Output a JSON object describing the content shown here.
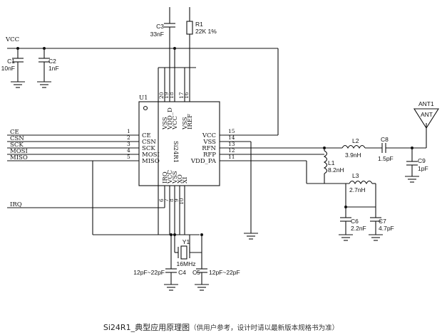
{
  "chip": {
    "ref": "U1",
    "part": "Si24R1",
    "left_pins": [
      {
        "name": "CE",
        "num": "1"
      },
      {
        "name": "CSN",
        "num": "2"
      },
      {
        "name": "SCK",
        "num": "3"
      },
      {
        "name": "MOSI",
        "num": "4"
      },
      {
        "name": "MISO",
        "num": "5"
      }
    ],
    "right_pins": [
      {
        "name": "VCC",
        "num": "15"
      },
      {
        "name": "VSS",
        "num": "14"
      },
      {
        "name": "RFN",
        "num": "13"
      },
      {
        "name": "RFP",
        "num": "12"
      },
      {
        "name": "VDD_PA",
        "num": "11"
      }
    ],
    "top_pins": [
      {
        "name": "VSS",
        "num": "20"
      },
      {
        "name": "VDD_D",
        "num": "19"
      },
      {
        "name": "VCC",
        "num": "18"
      },
      {
        "name": "VSS",
        "num": "17"
      },
      {
        "name": "IREF",
        "num": "16"
      }
    ],
    "bottom_pins": [
      {
        "name": "IRQ",
        "num": "6"
      },
      {
        "name": "VCC",
        "num": "7"
      },
      {
        "name": "VSS",
        "num": "8"
      },
      {
        "name": "XO",
        "num": "9"
      },
      {
        "name": "XI",
        "num": "10"
      }
    ]
  },
  "nets": {
    "vcc": "VCC",
    "left_signals": [
      "CE",
      "CSN",
      "SCK",
      "MOSI",
      "MISO"
    ],
    "irq": "IRQ"
  },
  "components": {
    "C1": {
      "ref": "C1",
      "value": "10nF"
    },
    "C2": {
      "ref": "C2",
      "value": "1nF"
    },
    "C3": {
      "ref": "C3",
      "value": "33nF"
    },
    "R1": {
      "ref": "R1",
      "value": "22K 1%"
    },
    "L1": {
      "ref": "L1",
      "value": "8.2nH"
    },
    "L2": {
      "ref": "L2",
      "value": "3.9nH"
    },
    "L3": {
      "ref": "L3",
      "value": "2.7nH"
    },
    "C6": {
      "ref": "C6",
      "value": "2.2nF"
    },
    "C7": {
      "ref": "C7",
      "value": "4.7pF"
    },
    "C8": {
      "ref": "C8",
      "value": "1.5pF"
    },
    "C9": {
      "ref": "C9",
      "value": "1pF"
    },
    "Y1": {
      "ref": "Y1",
      "value": "16MHz"
    },
    "C4": {
      "ref": "C4",
      "value": "12pF~22pF"
    },
    "C5": {
      "ref": "C5",
      "value": "12pF~22pF"
    },
    "ANT1": {
      "ref": "ANT1",
      "value": "ANT"
    }
  },
  "caption": {
    "title": "Si24R1_典型应用原理图",
    "note": "（供用户参考，设计时请以最新版本规格书为准）"
  }
}
